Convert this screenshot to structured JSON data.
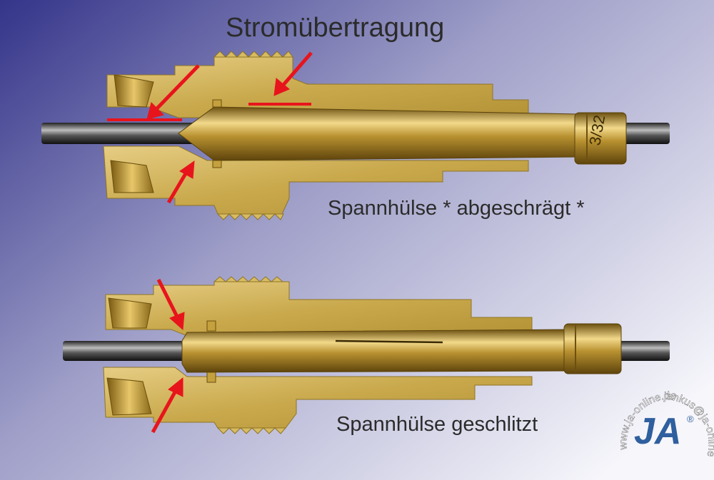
{
  "title": "Stromübertragung",
  "top_label": "Spannhülse * abgeschrägt *",
  "bottom_label": "Spannhülse geschlitzt",
  "sleeve_marking": "3/32",
  "watermark": {
    "url": "www.ja-online.de",
    "email": "jankus@ja-online.de",
    "logo": "JA",
    "registered": "®"
  },
  "colors": {
    "background_start": "#3a3a8c",
    "background_end": "#f4f4fa",
    "brass": "#c8a94a",
    "sleeve": "#b08a2a",
    "electrode": "#3a3a3a",
    "arrow": "#e8141c",
    "logo": "#2f5f9e"
  }
}
